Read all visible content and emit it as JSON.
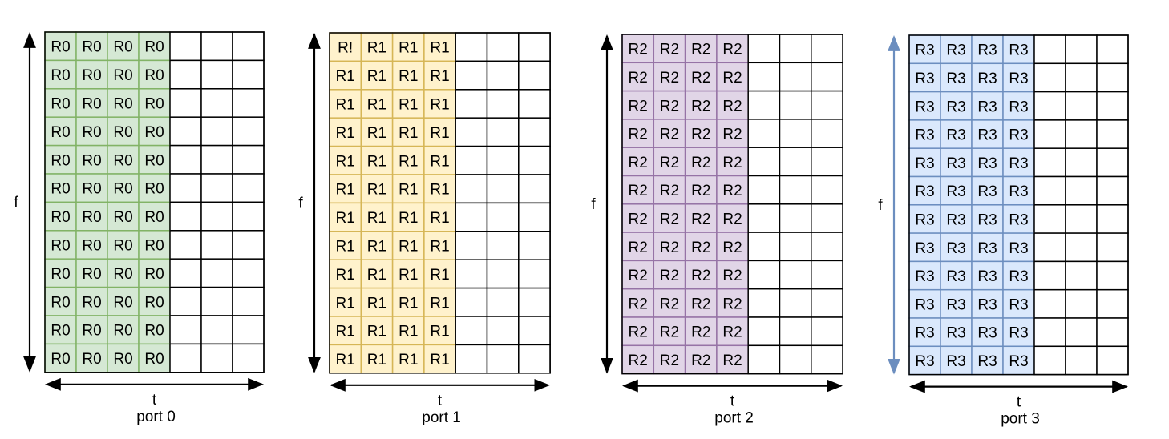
{
  "rows": 12,
  "filled_cols": 4,
  "empty_cols": 3,
  "panels": [
    {
      "name": "port-0",
      "caption": "port 0",
      "cell_label": "R0",
      "first_cell_label": "R0",
      "x_axis_label": "t",
      "y_axis_label": "f",
      "fill_color": "#d5e8d4",
      "stroke_color": "#82b366",
      "axis_color": "#000000"
    },
    {
      "name": "port-1",
      "caption": "port 1",
      "cell_label": "R1",
      "first_cell_label": "R!",
      "x_axis_label": "t",
      "y_axis_label": "f",
      "fill_color": "#fff2cc",
      "stroke_color": "#d6b656",
      "axis_color": "#000000"
    },
    {
      "name": "port-2",
      "caption": "port 2",
      "cell_label": "R2",
      "first_cell_label": "R2",
      "x_axis_label": "t",
      "y_axis_label": "f",
      "fill_color": "#e1d5e7",
      "stroke_color": "#9673a6",
      "axis_color": "#000000"
    },
    {
      "name": "port-3",
      "caption": "port 3",
      "cell_label": "R3",
      "first_cell_label": "R3",
      "x_axis_label": "t",
      "y_axis_label": "f",
      "fill_color": "#dae8fc",
      "stroke_color": "#6c8ebf",
      "axis_color": "#6c8ebf"
    }
  ]
}
